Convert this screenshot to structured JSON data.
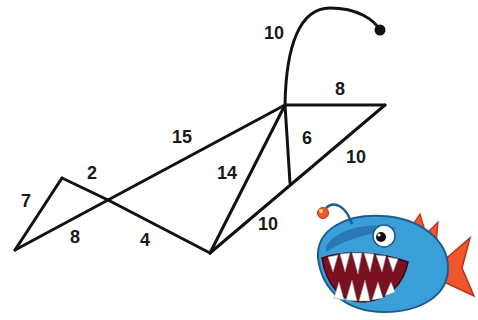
{
  "diagram": {
    "labels": [
      "10",
      "8",
      "15",
      "6",
      "10",
      "2",
      "14",
      "7",
      "8",
      "4",
      "10"
    ]
  }
}
